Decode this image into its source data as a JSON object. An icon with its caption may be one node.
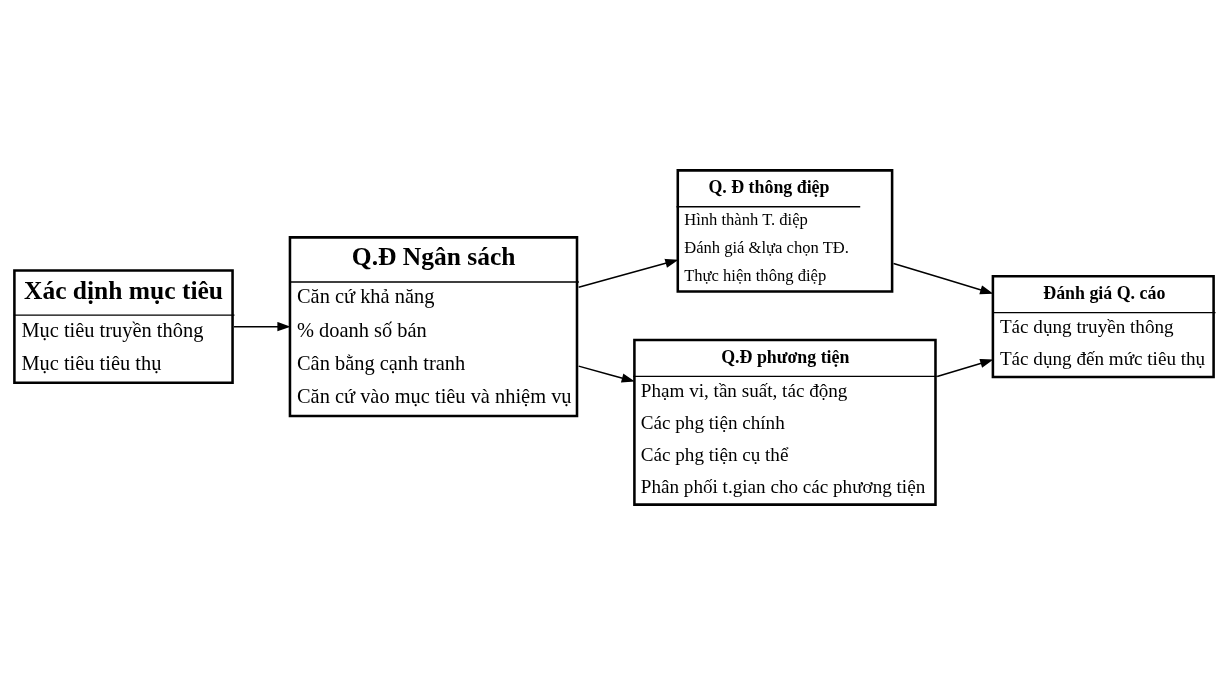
{
  "diagram": {
    "nodes": [
      {
        "text": [
          "Xác dịnh mục tiêu",
          "Mục tiêu truyền thông",
          "Mục tiêu tiêu thụ"
        ]
      },
      {
        "text": [
          "Q.Đ Ngân sách",
          "Căn cứ khả năng",
          "% doanh số bán",
          "Cân bằng cạnh tranh",
          "Căn cứ vào mục tiêu và nhiệm vụ"
        ]
      },
      {
        "text": [
          "Q. Đ thông điệp",
          "Hình thành T. điệp",
          "Đánh giá &lựa chọn TĐ.",
          "Thực hiện thông điệp"
        ]
      },
      {
        "text": [
          "Q.Đ phương tiện",
          "Phạm vi, tần suất, tác động",
          "Các phg tiện chính",
          "Các phg tiện cụ thể",
          "Phân phối t.gian cho các phương tiện"
        ]
      },
      {
        "text": [
          "Đánh giá Q. cáo",
          "Tác dụng truyền thông",
          "Tác dụng đến mức tiêu thụ"
        ]
      }
    ],
    "edges": [
      {
        "from": 0,
        "to": 1,
        "arrow": "to"
      },
      {
        "from": 1,
        "to": 2,
        "arrow": "to"
      },
      {
        "from": 1,
        "to": 3,
        "arrow": "to"
      },
      {
        "from": 2,
        "to": 4,
        "arrow": "to"
      },
      {
        "from": 3,
        "to": 4,
        "arrow": "to"
      }
    ]
  }
}
